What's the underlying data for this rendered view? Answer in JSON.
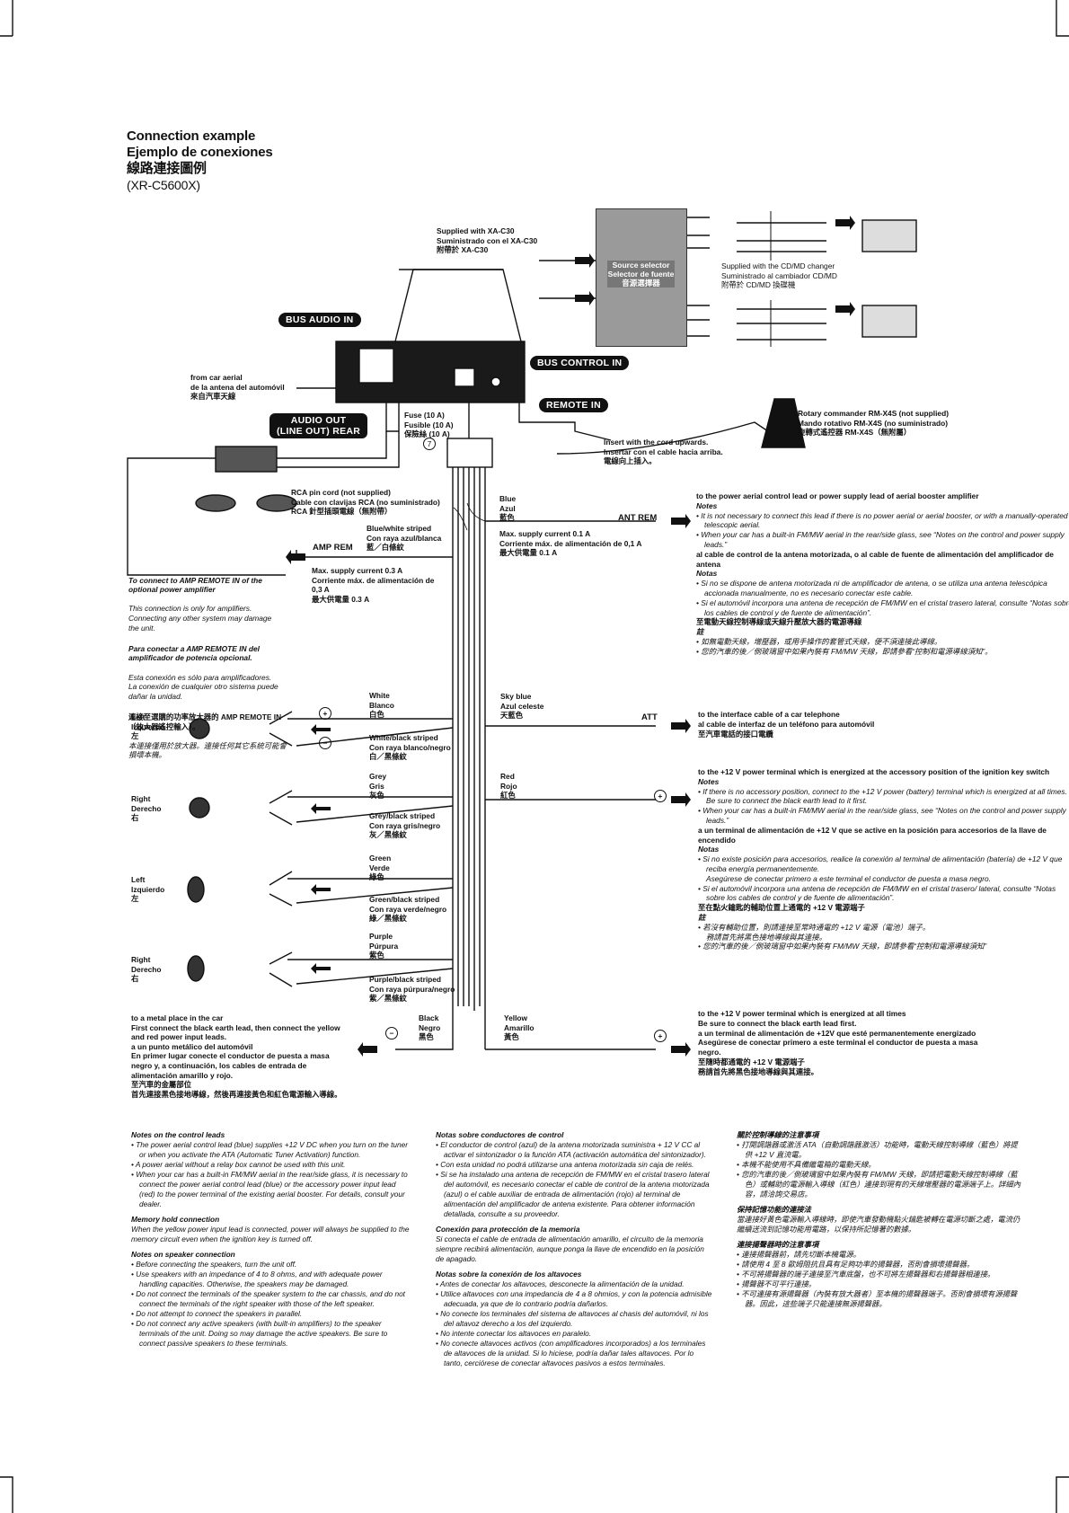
{
  "header": {
    "title_en": "Connection example",
    "title_es": "Ejemplo de conexiones",
    "title_zh": "線路連接圖例",
    "model": "(XR-C5600X)"
  },
  "tags": {
    "bus_audio_in": "BUS AUDIO IN",
    "bus_control_in": "BUS CONTROL IN",
    "remote_in": "REMOTE IN",
    "audio_out": "AUDIO OUT\n(LINE OUT) REAR"
  },
  "labels": {
    "supplied_xa": "Supplied with XA-C30\nSuministrado con el XA-C30\n附帶於 XA-C30",
    "source_selector": "Source selector\nSelector de fuente\n音源選擇器",
    "supplied_cd": "Supplied with the CD/MD changer\nSuministrado al cambiador CD/MD\n附帶於 CD/MD 換碟機",
    "car_aerial": "from car aerial\nde la antena del automóvil\n來自汽車天線",
    "fuse": "Fuse (10 A)\nFusible (10 A)\n保險絲 (10 A)",
    "circle_7": "7",
    "rotary": "Rotary commander RM-X4S (not supplied)\nMando rotativo RM-X4S (no suministrado)\n旋轉式遙控器 RM-X4S（無附屬）",
    "insert": "Insert with the cord upwards.\nInsertar con el cable hacia arriba.\n電線向上插入。",
    "rca": "RCA pin cord (not supplied)\nCable con clavijas RCA (no suministrado)\nRCA 針型插頭電線（無附帶）",
    "blue_white": "Blue/white striped\nCon raya azul/blanca\n藍／白條紋",
    "amp_rem": "AMP REM",
    "amp_current": "Max. supply current 0.3 A\nCorriente máx. de alimentación de\n0,3 A\n最大供電量 0.3 A",
    "amp_remote_en_h": "To connect to AMP REMOTE IN of the\noptional power amplifier",
    "amp_remote_en": "This connection is only for amplifiers.\nConnecting any other system may damage\nthe unit.",
    "amp_remote_es_h": "Para conectar a AMP REMOTE IN del\namplificador de potencia opcional.",
    "amp_remote_es": "Esta conexión es sólo para amplificadores.\nLa conexión de cualquier otro sistema puede\ndañar la unidad.",
    "amp_remote_zh_h": "連接至選購的功率放大器的  AMP REMOTE IN\n（放大器遙控輸入）。",
    "amp_remote_zh": "本連接僅用於放大器。連接任何其它系統可能會\n損壞本機。",
    "blue": "Blue\nAzul\n藍色",
    "ant_rem": "ANT REM",
    "ant_current": "Max. supply current 0.1 A\nCorriente máx. de alimentación de 0,1 A\n最大供電量 0.1 A",
    "white": "White\nBlanco\n白色",
    "white_black": "White/black striped\nCon raya blanco/negro\n白／黑條紋",
    "grey": "Grey\nGris\n灰色",
    "grey_black": "Grey/black striped\nCon raya gris/negro\n灰／黑條紋",
    "green": "Green\nVerde\n綠色",
    "green_black": "Green/black striped\nCon raya verde/negro\n綠／黑條紋",
    "purple": "Purple\nPúrpura\n紫色",
    "purple_black": "Purple/black striped\nCon raya púrpura/negro\n紫／黑條紋",
    "sky_blue": "Sky blue\nAzul celeste\n天藍色",
    "att": "ATT",
    "red": "Red\nRojo\n紅色",
    "black": "Black\nNegro\n黑色",
    "yellow": "Yellow\nAmarillo\n黃色",
    "spk1": "Left\nIzquierdo\n左",
    "spk2": "Right\nDerecho\n右",
    "spk3": "Left\nIzquierdo\n左",
    "spk4": "Right\nDerecho\n右",
    "plus": "+",
    "minus": "−",
    "ground": "to a metal place in the car\nFirst connect the black earth lead, then connect the yellow\nand red power input leads.\na un punto metálico del automóvil\nEn primer lugar conecte el conductor de puesta a masa\nnegro y, a continuación, los cables de entrada de\nalimentación amarillo y rojo.\n至汽車的金屬部位\n首先連接黑色接地導線，然後再連接黃色和紅色電源輸入導線。"
  },
  "right": {
    "ant": [
      {
        "k": "s",
        "t": "to the power aerial control lead or power supply lead of aerial booster amplifier"
      },
      {
        "k": "n",
        "t": "Notes"
      },
      {
        "k": "li",
        "t": "It is not necessary to connect this lead if there is no power aerial or aerial booster, or with a manually-operated telescopic aerial."
      },
      {
        "k": "li",
        "t": "When your car has a built-in FM/MW aerial in the rear/side glass, see “Notes on the control and power supply leads.”"
      },
      {
        "k": "s",
        "t": "al cable de control de la antena motorizada, o al cable de fuente de alimentación del amplificador de antena"
      },
      {
        "k": "n",
        "t": "Notas"
      },
      {
        "k": "li",
        "t": "Si no se dispone de antena motorizada ni de amplificador de antena, o se utiliza una antena telescópica accionada manualmente, no es necesario conectar este cable."
      },
      {
        "k": "li",
        "t": "Si el automóvil incorpora una antena de recepción de FM/MW en el cristal trasero lateral, consulte “Notas sobre los cables de control y de fuente de alimentación”."
      },
      {
        "k": "s",
        "t": "至電動天線控制導線或天線升壓放大器的電源導線"
      },
      {
        "k": "n",
        "t": "註"
      },
      {
        "k": "li",
        "t": "如無電動天線，增壓器，或用手操作的套管式天線，便不須連接此導線。"
      },
      {
        "k": "li",
        "t": "您的汽車的後／側玻璃窗中如果內裝有 FM/MW 天線，即請參看“控制和電源導線須知”。"
      }
    ],
    "att": [
      {
        "k": "s",
        "t": "to the interface cable of a car telephone"
      },
      {
        "k": "s",
        "t": "al cable de interfaz de un teléfono para automóvil"
      },
      {
        "k": "s",
        "t": "至汽車電話的接口電纜"
      }
    ],
    "red": [
      {
        "k": "s",
        "t": "to the +12 V power terminal which is energized at the accessory position of the ignition key switch"
      },
      {
        "k": "n",
        "t": "Notes"
      },
      {
        "k": "li",
        "t": "If there is no accessory position, connect to the +12 V power (battery) terminal which is energized at all times."
      },
      {
        "k": "ind",
        "t": "Be sure to connect the black earth lead to it first."
      },
      {
        "k": "li",
        "t": "When your car has a built-in FM/MW aerial in the rear/side glass, see “Notes on the control and power supply leads.”"
      },
      {
        "k": "s",
        "t": "a un terminal de alimentación de +12 V que se active en la posición para accesorios de la llave de encendido"
      },
      {
        "k": "n",
        "t": "Notas"
      },
      {
        "k": "li",
        "t": "Si no existe posición para accesorios, realice la conexión al terminal de alimentación (batería) de +12 V que reciba energía permanentemente."
      },
      {
        "k": "ind",
        "t": "Asegúrese de conectar primero a este terminal el conductor de puesta a masa negro."
      },
      {
        "k": "li",
        "t": "Si el automóvil incorpora una antena de recepción de FM/MW en el cristal trasero/ lateral, consulte “Notas sobre los cables de control y de fuente de alimentación”."
      },
      {
        "k": "s",
        "t": "至在點火鑰匙的輔助位置上通電的 +12 V 電源端子"
      },
      {
        "k": "n",
        "t": "註"
      },
      {
        "k": "li",
        "t": "若沒有輔助位置，則請連接至常時通電的 +12 V 電源（電池）端子。"
      },
      {
        "k": "ind",
        "t": "務請首先將黑色接地導線與其連接。"
      },
      {
        "k": "li",
        "t": "您的汽車的後／側玻璃窗中如果內裝有 FM/MW 天線，即請參看“控制和電源導線須知”"
      }
    ],
    "yellow": [
      {
        "k": "s",
        "t": "to the +12 V power terminal which is energized at all times"
      },
      {
        "k": "s",
        "t": "Be sure to connect the black earth lead first."
      },
      {
        "k": "s",
        "t": "a un terminal de alimentación de +12V que esté permanentemente energizado"
      },
      {
        "k": "s",
        "t": "Asegúrese de conectar primero a este terminal el conductor de puesta a masa negro."
      },
      {
        "k": "s",
        "t": "至隨時都通電的 +12 V 電源端子"
      },
      {
        "k": "s",
        "t": "務請首先將黑色接地導線與其連接。"
      }
    ]
  },
  "notes": {
    "col1": [
      {
        "k": "h",
        "t": "Notes on the control leads"
      },
      {
        "k": "li",
        "t": "The power aerial control lead (blue) supplies +12 V DC when you turn on the tuner or when you activate the ATA (Automatic Tuner Activation) function."
      },
      {
        "k": "li",
        "t": "A power aerial without a relay box cannot be used with this unit."
      },
      {
        "k": "li",
        "t": "When your car has a built-in FM/MW aerial in the rear/side glass, it is necessary to connect the power aerial control lead (blue) or the accessory power input lead (red) to the power terminal of the existing aerial booster. For details, consult your dealer."
      },
      {
        "k": "h",
        "t": "Memory hold connection"
      },
      {
        "k": "p",
        "t": "When the yellow power input lead is connected, power will always be supplied to the memory circuit even when the ignition key is turned off."
      },
      {
        "k": "h",
        "t": "Notes on speaker connection"
      },
      {
        "k": "li",
        "t": "Before connecting the speakers, turn the unit off."
      },
      {
        "k": "li",
        "t": "Use speakers with an impedance of 4 to 8 ohms, and with adequate power handling capacities. Otherwise, the speakers may be damaged."
      },
      {
        "k": "li",
        "t": "Do not connect the terminals of the speaker system to the car chassis, and do not connect the terminals of the right speaker with those of the left speaker."
      },
      {
        "k": "li",
        "t": "Do not attempt to connect the speakers in parallel."
      },
      {
        "k": "li",
        "t": "Do not connect any active speakers (with built-in amplifiers) to the speaker terminals of the unit. Doing so may damage the active speakers. Be sure to connect passive speakers to these terminals."
      }
    ],
    "col2": [
      {
        "k": "h",
        "t": "Notas sobre conductores de control"
      },
      {
        "k": "li",
        "t": "El conductor de control (azul) de la antena motorizada suministra + 12 V CC al activar el sintonizador o la función ATA (activación automática del sintonizador)."
      },
      {
        "k": "li",
        "t": "Con esta unidad no podrá utilizarse una antena motorizada sin caja de relés."
      },
      {
        "k": "li",
        "t": "Si se ha instalado una antena de recepción de FM/MW en el cristal trasero lateral del automóvil, es necesario conectar el cable de control de la antena motorizada (azul) o el cable auxiliar de entrada de alimentación (rojo) al terminal de alimentación del amplificador de antena existente. Para obtener información detallada, consulte a su proveedor."
      },
      {
        "k": "h",
        "t": "Conexión para protección de la memoria"
      },
      {
        "k": "p",
        "t": "Si conecta el cable de entrada de alimentación amarillo, el circuito de la memoria siempre recibirá alimentación, aunque ponga la llave de encendido en la posición de apagado."
      },
      {
        "k": "h",
        "t": "Notas sobre la conexión de los altavoces"
      },
      {
        "k": "li",
        "t": "Antes de conectar los altavoces, desconecte la alimentación de la unidad."
      },
      {
        "k": "li",
        "t": "Utilice altavoces con una impedancia de 4 a 8 ohmios, y con la potencia admisible adecuada, ya que de lo contrario podría dañarlos."
      },
      {
        "k": "li",
        "t": "No conecte los terminales del sistema de altavoces al chasis del automóvil, ni los del altavoz derecho a los del izquierdo."
      },
      {
        "k": "li",
        "t": "No intente conectar los altavoces en paralelo."
      },
      {
        "k": "li",
        "t": "No conecte altavoces activos (con amplificadores incorporados) a los terminales de altavoces de la unidad. Si lo hiciese, podría dañar tales altavoces. Por lo tanto, cerciórese de conectar altavoces pasivos a estos terminales."
      }
    ],
    "col3": [
      {
        "k": "h",
        "t": "關於控制導線的注意事項"
      },
      {
        "k": "li",
        "t": "打開調諧器或激活 ATA（自動調諧器激活）功能時，電動天線控制導線（藍色）將提供 +12 V 直流電。"
      },
      {
        "k": "li",
        "t": "本機不能使用不具備繼電箱的電動天線。"
      },
      {
        "k": "li",
        "t": "您的汽車的後／側玻璃窗中如果內裝有 FM/MW 天線，即請把電動天線控制導線（藍色）或輔助的電源輸入導線（紅色）連接到現有的天線增壓器的電源端子上。詳細內容，請洽詢交易店。"
      },
      {
        "k": "h",
        "t": "保持記憶功能的連接法"
      },
      {
        "k": "p",
        "t": "當連接好黃色電源輸入導線時，即使汽車發動機點火鑰匙被轉在電源切斷之處，電流仍繼續送流到記憶功能用電路，以保持所記憶著的數據。"
      },
      {
        "k": "h",
        "t": "連接揚聲器時的注意事項"
      },
      {
        "k": "li",
        "t": "連接揚聲器前，請先切斷本機電源。"
      },
      {
        "k": "li",
        "t": "請使用 4 至 8 歐姆阻抗且具有足夠功率的揚聲器，否則會損壞揚聲器。"
      },
      {
        "k": "li",
        "t": "不可將揚聲器的端子連接至汽車底盤，也不可將左揚聲器和右揚聲器相連接。"
      },
      {
        "k": "li",
        "t": "揚聲器不可平行連接。"
      },
      {
        "k": "li",
        "t": "不可連接有源揚聲器（內裝有放大器者）至本機的揚聲器端子。否則會損壞有源揚聲器。因此，這些端子只能連接無源揚聲器。"
      }
    ]
  }
}
